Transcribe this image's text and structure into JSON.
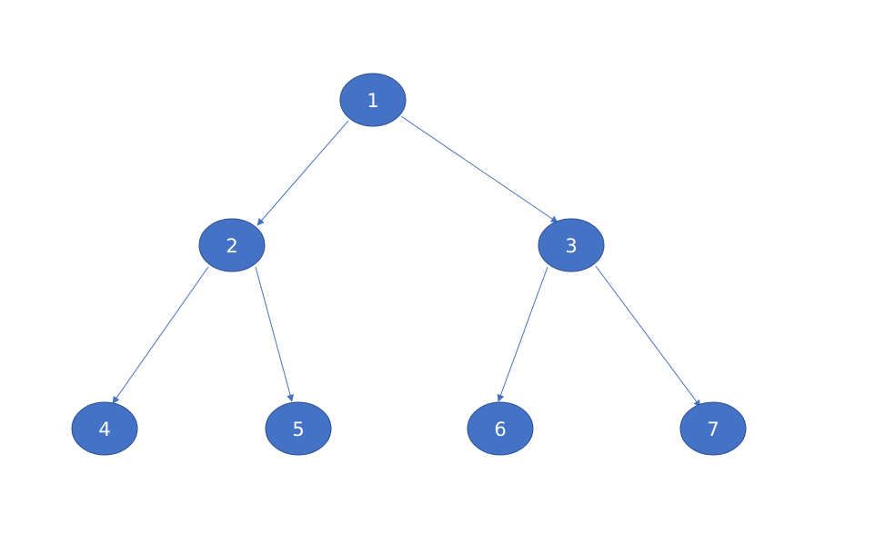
{
  "diagram": {
    "type": "binary-tree",
    "colors": {
      "node_fill": "#4472C4",
      "node_stroke": "#2F528F",
      "edge": "#4472C4",
      "label": "#FFFFFF"
    },
    "nodes": [
      {
        "id": "n1",
        "label": "1"
      },
      {
        "id": "n2",
        "label": "2"
      },
      {
        "id": "n3",
        "label": "3"
      },
      {
        "id": "n4",
        "label": "4"
      },
      {
        "id": "n5",
        "label": "5"
      },
      {
        "id": "n6",
        "label": "6"
      },
      {
        "id": "n7",
        "label": "7"
      }
    ],
    "edges": [
      {
        "from": "n1",
        "to": "n2",
        "arrow": true
      },
      {
        "from": "n1",
        "to": "n3",
        "arrow": true
      },
      {
        "from": "n2",
        "to": "n4",
        "arrow": true
      },
      {
        "from": "n2",
        "to": "n5",
        "arrow": true
      },
      {
        "from": "n3",
        "to": "n6",
        "arrow": true
      },
      {
        "from": "n3",
        "to": "n7",
        "arrow": true
      }
    ]
  }
}
